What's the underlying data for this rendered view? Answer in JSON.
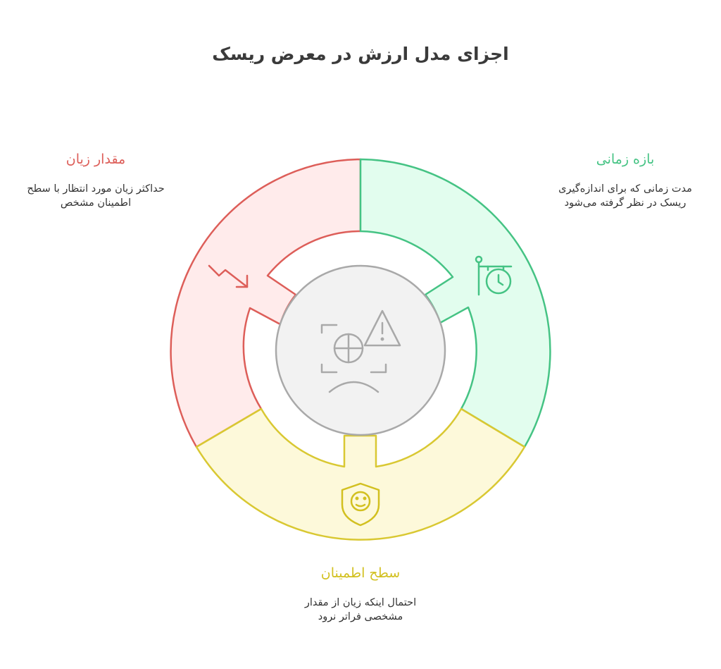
{
  "title": "اجزای مدل ارزش در معرض ریسک",
  "colors": {
    "red_stroke": "#dd5e59",
    "red_fill": "#ffebeb",
    "green_stroke": "#45c384",
    "green_fill": "#e2fdee",
    "yellow_stroke": "#d9c832",
    "yellow_fill": "#fdf9da",
    "center_stroke": "#a9a9a9",
    "center_fill": "#f2f2f2"
  },
  "segments": {
    "loss_amount": {
      "heading": "مقدار زیان",
      "description_line1": "حداکثر زیان مورد انتظار با سطح",
      "description_line2": "اطمینان مشخص",
      "icon": "trending-down-arrow-icon"
    },
    "time_horizon": {
      "heading": "بازه زمانی",
      "description_line1": "مدت زمانی که برای اندازه‌گیری",
      "description_line2": "ریسک در نظر گرفته می‌شود",
      "icon": "hanging-clock-sign-icon"
    },
    "confidence_level": {
      "heading": "سطح اطمینان",
      "description_line1": "احتمال اینکه زیان از مقدار",
      "description_line2": "مشخصی فراتر نرود",
      "icon": "shield-face-icon"
    }
  },
  "center": {
    "icon": "risk-warning-face-icon"
  }
}
